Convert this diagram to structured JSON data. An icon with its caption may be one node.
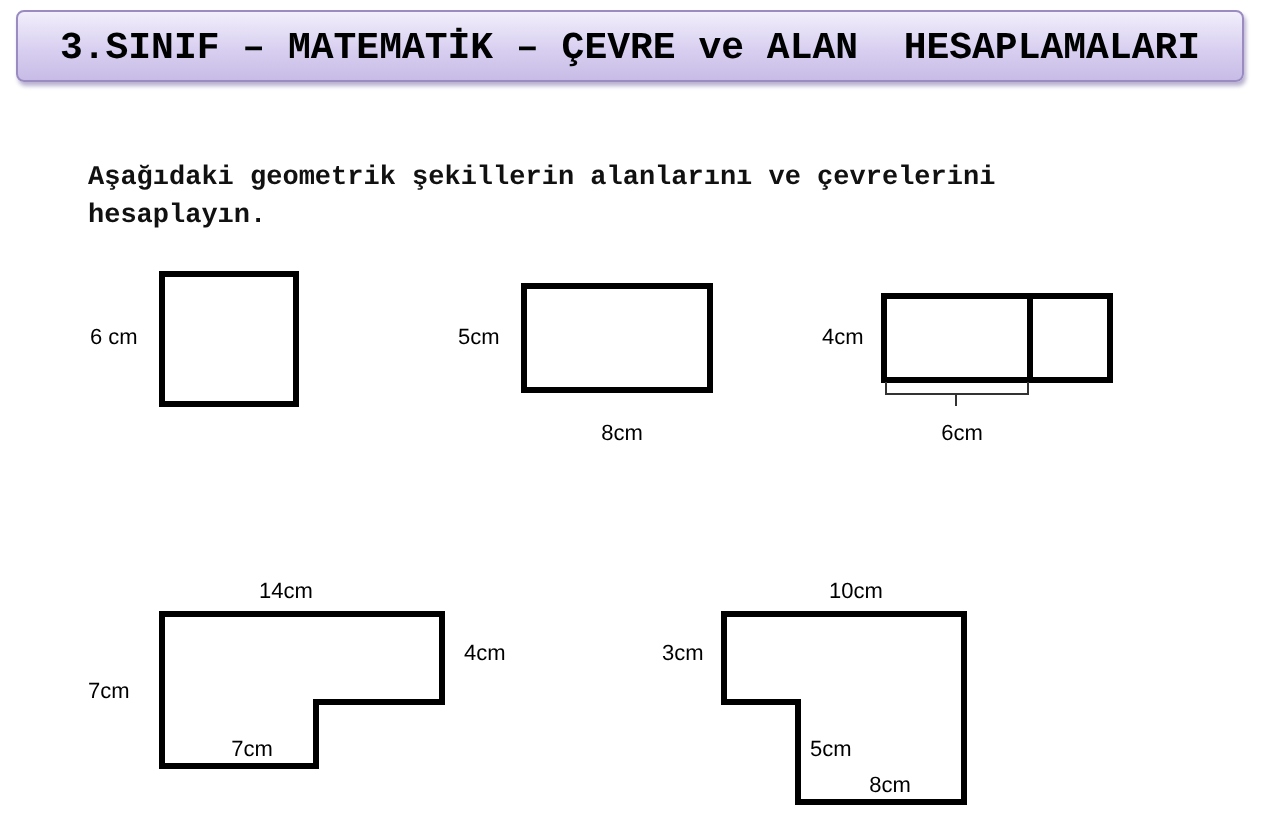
{
  "diagram": {
    "title": "3.SINIF – MATEMATİK – ÇEVRE ve ALAN  HESAPLAMALARI",
    "nodes": [
      {
        "text": [],
        "shape": "box"
      },
      {
        "text": [],
        "shape": "box"
      },
      {
        "text": [],
        "shape": "box"
      },
      {
        "text": [],
        "shape": "box"
      },
      {
        "text": [],
        "shape": "polygon"
      },
      {
        "text": [],
        "shape": "polygon"
      }
    ],
    "labels": [
      "Aşağıdaki geometrik şekillerin alanlarını ve çevrelerini hesaplayın.",
      "6 cm",
      "5cm",
      "4cm",
      "8cm",
      "6cm",
      "14cm",
      "10cm",
      "4cm",
      "3cm",
      "7cm",
      "7cm",
      "5cm",
      "8cm"
    ]
  }
}
